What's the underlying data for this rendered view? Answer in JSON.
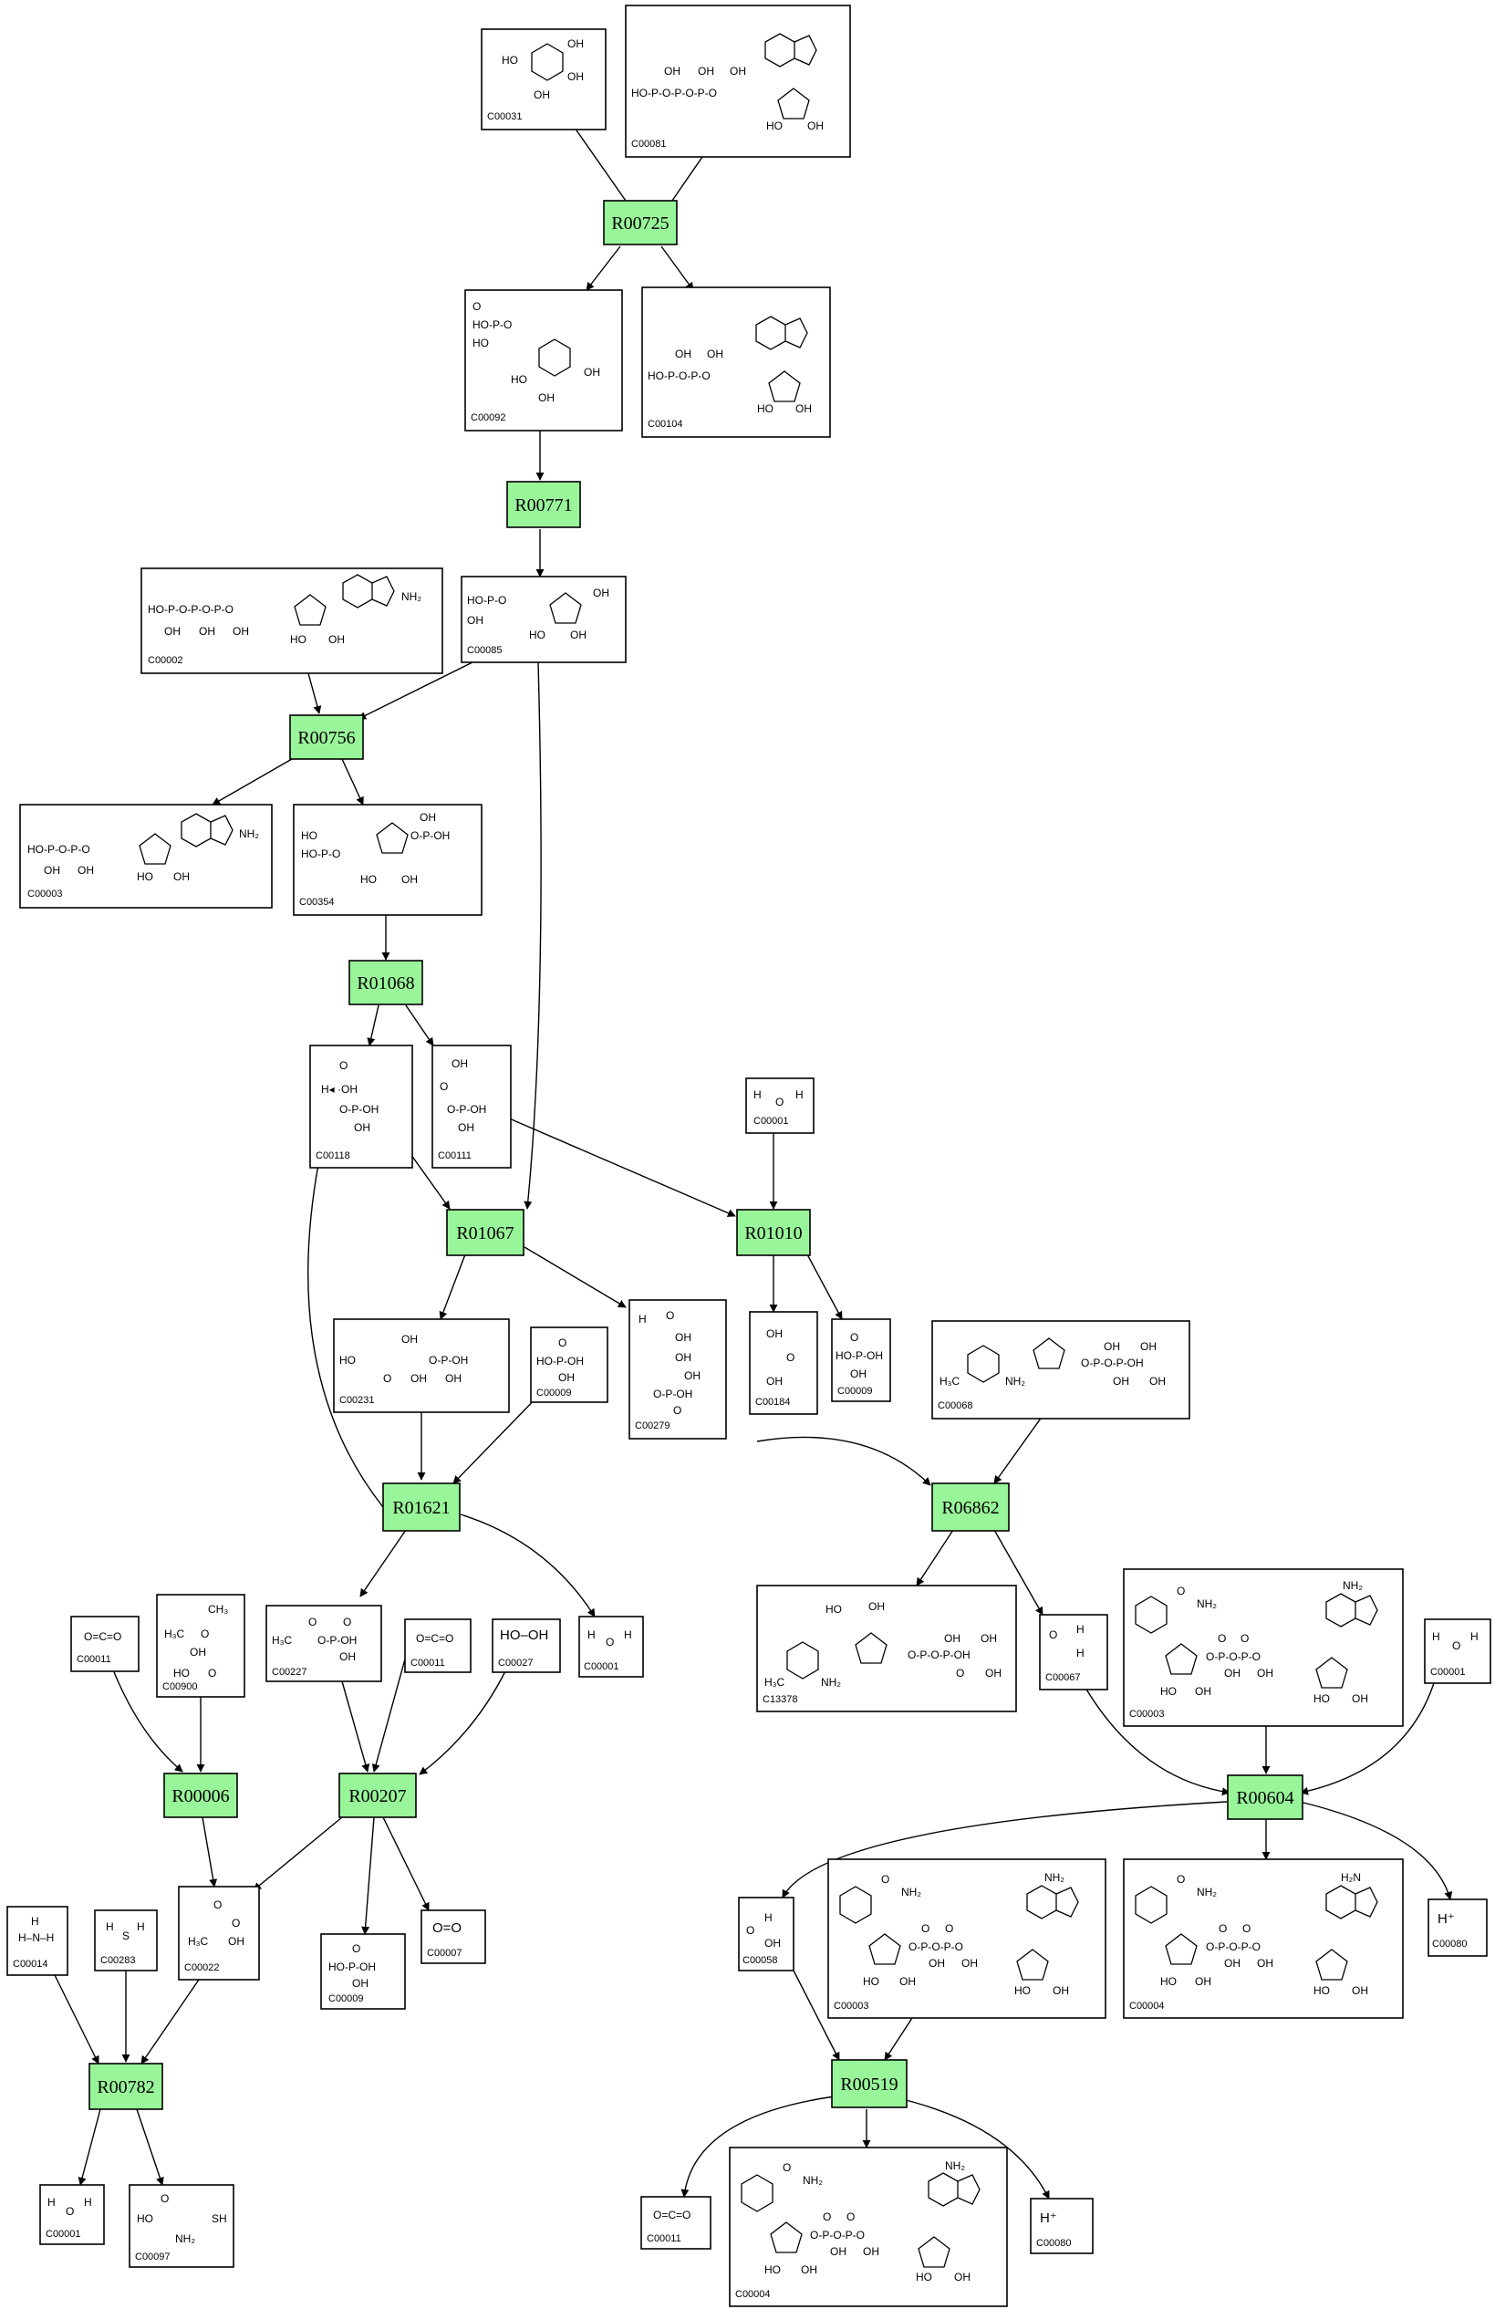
{
  "reactions": [
    "R00725",
    "R00771",
    "R00756",
    "R01068",
    "R01067",
    "R01010",
    "R01621",
    "R06862",
    "R00006",
    "R00207",
    "R00604",
    "R00782",
    "R00519"
  ],
  "compounds": {
    "c00031": {
      "id": "C00031"
    },
    "c00081": {
      "id": "C00081"
    },
    "c00092": {
      "id": "C00092"
    },
    "c00104": {
      "id": "C00104"
    },
    "c00002": {
      "id": "C00002"
    },
    "c00085": {
      "id": "C00085"
    },
    "c00003a": {
      "id": "C00003"
    },
    "c00354": {
      "id": "C00354"
    },
    "c00118": {
      "id": "C00118"
    },
    "c00111": {
      "id": "C00111"
    },
    "c00001a": {
      "id": "C00001"
    },
    "c00231": {
      "id": "C00231"
    },
    "c00009a": {
      "id": "C00009"
    },
    "c00279": {
      "id": "C00279"
    },
    "c00184": {
      "id": "C00184"
    },
    "c00009b": {
      "id": "C00009"
    },
    "c00068": {
      "id": "C00068"
    },
    "c00011a": {
      "id": "C00011"
    },
    "c00900": {
      "id": "C00900"
    },
    "c00227": {
      "id": "C00227"
    },
    "c00011b": {
      "id": "C00011"
    },
    "c00027": {
      "id": "C00027",
      "formula": "HO–OH"
    },
    "c00001b": {
      "id": "C00001"
    },
    "c13378": {
      "id": "C13378"
    },
    "c00067": {
      "id": "C00067"
    },
    "c00003b": {
      "id": "C00003"
    },
    "c00001c": {
      "id": "C00001"
    },
    "c00014": {
      "id": "C00014"
    },
    "c00283": {
      "id": "C00283"
    },
    "c00022": {
      "id": "C00022"
    },
    "c00009c": {
      "id": "C00009"
    },
    "c00007": {
      "id": "C00007",
      "formula": "O=O"
    },
    "c00058": {
      "id": "C00058"
    },
    "c00003c": {
      "id": "C00003"
    },
    "c00004a": {
      "id": "C00004"
    },
    "c00080a": {
      "id": "C00080",
      "formula": "H⁺"
    },
    "c00001d": {
      "id": "C00001"
    },
    "c00097": {
      "id": "C00097"
    },
    "c00011c": {
      "id": "C00011"
    },
    "c00004b": {
      "id": "C00004"
    },
    "c00080b": {
      "id": "C00080",
      "formula": "H⁺"
    }
  }
}
